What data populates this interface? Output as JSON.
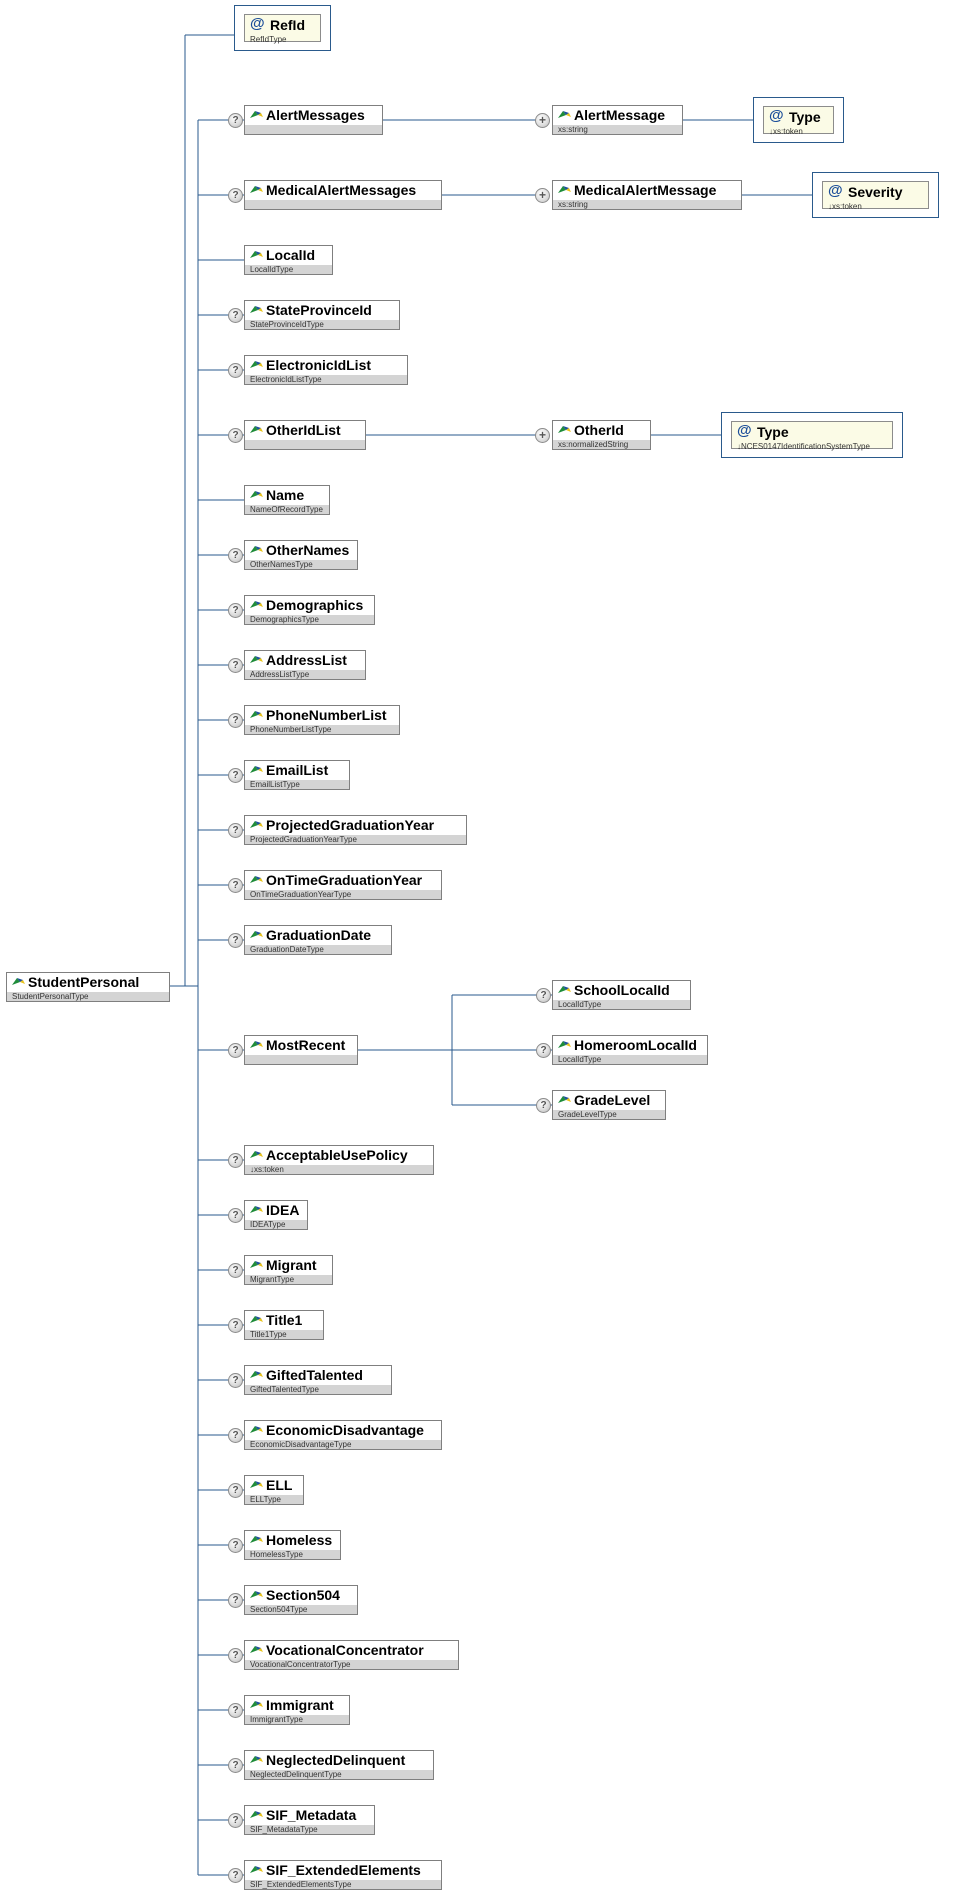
{
  "root": {
    "name": "StudentPersonal",
    "type": "StudentPersonalType"
  },
  "refid_attr": {
    "name": "RefId",
    "type": "RefIdType"
  },
  "children": [
    {
      "name": "AlertMessages",
      "type": "",
      "optional": true,
      "child": {
        "name": "AlertMessage",
        "type": "xs:string",
        "attr": {
          "name": "Type",
          "type": "↓xs:token"
        }
      }
    },
    {
      "name": "MedicalAlertMessages",
      "type": "",
      "optional": true,
      "child": {
        "name": "MedicalAlertMessage",
        "type": "xs:string",
        "attr": {
          "name": "Severity",
          "type": "↓xs:token"
        }
      }
    },
    {
      "name": "LocalId",
      "type": "LocalIdType",
      "optional": false
    },
    {
      "name": "StateProvinceId",
      "type": "StateProvinceIdType",
      "optional": true
    },
    {
      "name": "ElectronicIdList",
      "type": "ElectronicIdListType",
      "optional": true
    },
    {
      "name": "OtherIdList",
      "type": "",
      "optional": true,
      "child": {
        "name": "OtherId",
        "type": "xs:normalizedString",
        "attr": {
          "name": "Type",
          "type": "↓NCES0147IdentificationSystemType"
        }
      }
    },
    {
      "name": "Name",
      "type": "NameOfRecordType",
      "optional": false
    },
    {
      "name": "OtherNames",
      "type": "OtherNamesType",
      "optional": true
    },
    {
      "name": "Demographics",
      "type": "DemographicsType",
      "optional": true
    },
    {
      "name": "AddressList",
      "type": "AddressListType",
      "optional": true
    },
    {
      "name": "PhoneNumberList",
      "type": "PhoneNumberListType",
      "optional": true
    },
    {
      "name": "EmailList",
      "type": "EmailListType",
      "optional": true
    },
    {
      "name": "ProjectedGraduationYear",
      "type": "ProjectedGraduationYearType",
      "optional": true
    },
    {
      "name": "OnTimeGraduationYear",
      "type": "OnTimeGraduationYearType",
      "optional": true
    },
    {
      "name": "GraduationDate",
      "type": "GraduationDateType",
      "optional": true
    },
    {
      "name": "MostRecent",
      "type": "",
      "optional": true,
      "subchildren": [
        {
          "name": "SchoolLocalId",
          "type": "LocalIdType"
        },
        {
          "name": "HomeroomLocalId",
          "type": "LocalIdType"
        },
        {
          "name": "GradeLevel",
          "type": "GradeLevelType"
        }
      ]
    },
    {
      "name": "AcceptableUsePolicy",
      "type": "↓xs:token",
      "optional": true
    },
    {
      "name": "IDEA",
      "type": "IDEAType",
      "optional": true
    },
    {
      "name": "Migrant",
      "type": "MigrantType",
      "optional": true
    },
    {
      "name": "Title1",
      "type": "Title1Type",
      "optional": true
    },
    {
      "name": "GiftedTalented",
      "type": "GiftedTalentedType",
      "optional": true
    },
    {
      "name": "EconomicDisadvantage",
      "type": "EconomicDisadvantageType",
      "optional": true
    },
    {
      "name": "ELL",
      "type": "ELLType",
      "optional": true
    },
    {
      "name": "Homeless",
      "type": "HomelessType",
      "optional": true
    },
    {
      "name": "Section504",
      "type": "Section504Type",
      "optional": true
    },
    {
      "name": "VocationalConcentrator",
      "type": "VocationalConcentratorType",
      "optional": true
    },
    {
      "name": "Immigrant",
      "type": "ImmigrantType",
      "optional": true
    },
    {
      "name": "NeglectedDelinquent",
      "type": "NeglectedDelinquentType",
      "optional": true
    },
    {
      "name": "SIF_Metadata",
      "type": "SIF_MetadataType",
      "optional": true
    },
    {
      "name": "SIF_ExtendedElements",
      "type": "SIF_ExtendedElementsType",
      "optional": true
    }
  ]
}
